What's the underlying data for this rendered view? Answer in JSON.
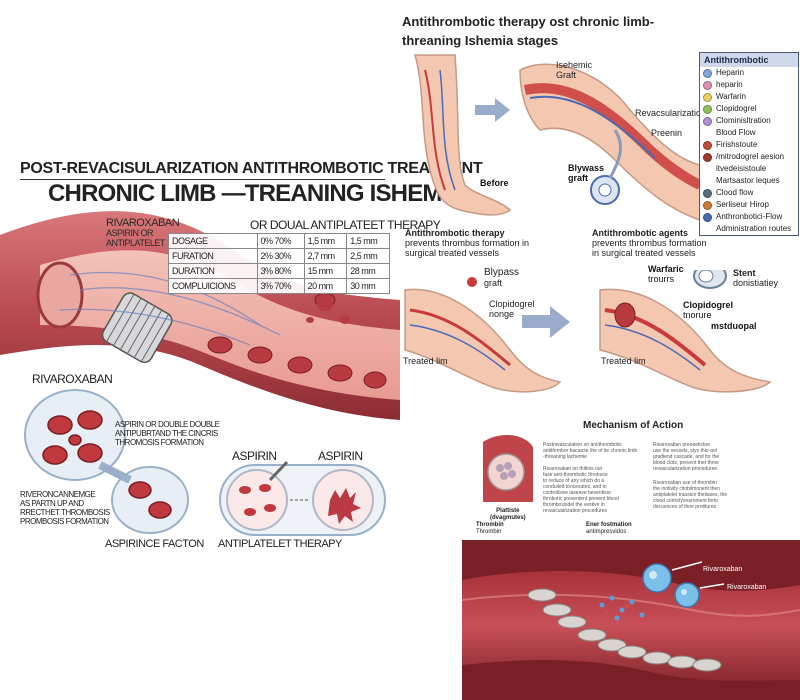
{
  "left": {
    "subtitle": "POST-REVACISULARIZATION ANTITHROMBOTIC TREATMENT",
    "title": "CHRONIC LIMB —TREANING ISHEMIA",
    "vessel_label_1": "RIVAROXABAN",
    "vessel_label_2": "ASPIRIN OR",
    "vessel_label_3": "ANTIPLATELET",
    "table_header": "OR DOUAL ANTIPLATEET THERAPY",
    "table": [
      [
        "DOSAGE",
        "0% 70%",
        "1,5 mm",
        "1,5 mm"
      ],
      [
        "FURATION",
        "2% 30%",
        "2,7 mm",
        "2,5 mm"
      ],
      [
        "DURATION",
        "3% 80%",
        "15 mm",
        "28 mm"
      ],
      [
        "COMPLUICIONS",
        "3% 70%",
        "20 mm",
        "30 mm"
      ]
    ],
    "riva_title": "RIVAROXABAN",
    "riva_note": [
      "ASPIRIN OR DOUBLE DOUBLE",
      "ANTIPUBRTAND THE CINCRIS",
      "THROMOSIS FORMATION"
    ],
    "riva_note2": [
      "RIVERONCANNEMGE",
      "AS PARTN UP AND",
      "RRECTHET THROMBOSIS",
      "PROMBOSIS FORMATION"
    ],
    "aspirince_label": "ASPIRINCE FACTON",
    "aspirin_1": "ASPIRIN",
    "aspirin_2": "ASPIRIN",
    "antiplatelet_label": "ANTIPLATELET THERAPY"
  },
  "right": {
    "title": "Antithrombotic therapy ost chronic limb-threaning Ishemia stages",
    "ischemic": "Isehemic",
    "graft": "Graft",
    "revasc": "Revacsularization",
    "preenin": "Preenin",
    "blywass": "Blywass",
    "graft2": "graft",
    "before": "Before",
    "legend_title": "Antithrombotic",
    "legend": [
      {
        "label": "Heparin",
        "color": "#7fa8d8"
      },
      {
        "label": "heparin",
        "color": "#e08fb0"
      },
      {
        "label": "Warfarin",
        "color": "#e8d25a"
      },
      {
        "label": "Clopidogrel",
        "color": "#8fbf5a"
      },
      {
        "label": "Clominisltration",
        "color": "#b58fd0"
      },
      {
        "label": "Blood Flow",
        "color": ""
      },
      {
        "label": "Firishstoute",
        "color": "#c44a3a"
      },
      {
        "label": "/mitrodogrel aesion",
        "color": "#a23a30"
      },
      {
        "label": "itvedeisistoule",
        "color": ""
      },
      {
        "label": "Martsastor leques",
        "color": ""
      },
      {
        "label": "Clood flow",
        "color": "#5a6e7a"
      },
      {
        "label": "Serliseur Hirop",
        "color": "#d07a3a"
      },
      {
        "label": "Anthronbotici-Flow",
        "color": "#4a6ab8"
      },
      {
        "label": "Administration routes",
        "color": ""
      }
    ],
    "therapy_title": "Antithrombotic therapy",
    "therapy_desc_1": "prevents thrombus formation in",
    "therapy_desc_2": "surgical treated vessels",
    "agents_title": "Antithrombotic agents",
    "agents_desc_1": "prevents thrombus formation",
    "agents_desc_2": "in surgical treated vessels",
    "blypass": "Blypass",
    "graft3": "graft",
    "clopidogrel_nonge_1": "Clopidogrel",
    "clopidogrel_nonge_2": "nonge",
    "treated_1": "Treated lim",
    "warfaric_1": "Warfaric",
    "warfaric_2": "trourrs",
    "stent_1": "Stent",
    "stent_2": "donistiatiey",
    "clop_tnorure_1": "Clopidogrel",
    "clop_tnorure_2": "tnorure",
    "mstduopal": "mstduopal",
    "treated_2": "Treated lim",
    "mechanism_title": "Mechanism of Action",
    "platelets_1": "Plattiste",
    "platelets_2": "(dvagmutes)",
    "thrombin_1": "Thrombin",
    "thrombin_2": "Thrombin",
    "ener_1": "Ener fostmation",
    "ener_2": "antimpresvidos",
    "riva_a": "Rivaroxaban",
    "riva_b": "Rivaroxaban",
    "mech_para_1": [
      "Postmvasculation on antithrombotic",
      "antithrmbor bacause the of tie chronic limb",
      "-threaning lachemie"
    ],
    "mech_para_2": [
      "Rivaroxaban on thitlois out",
      "fase anti-thrombotic throbuce",
      "to reduce of any which do a",
      "conduiled toncesutes, and to",
      "controllsive laseave beventisor",
      "throbotic preventent prevent blood",
      "thrombosisdel the vestive in",
      "revascularization procedures"
    ],
    "mech_para_3": [
      "Rivaroxaban preoeetictoe",
      "use the vessels, stys thio-aol",
      "gradiend cascade, and for the",
      "blood clots, prevent thet throe",
      "revascularization proceduree."
    ],
    "mech_para_4": [
      "Rivaroxaban use of thrombin",
      "the inotivity citobilmonent then",
      "antiplatelet traasion theliases, the",
      "clood cortrolyonaroment forto",
      "decuences of thoe protitures"
    ]
  }
}
